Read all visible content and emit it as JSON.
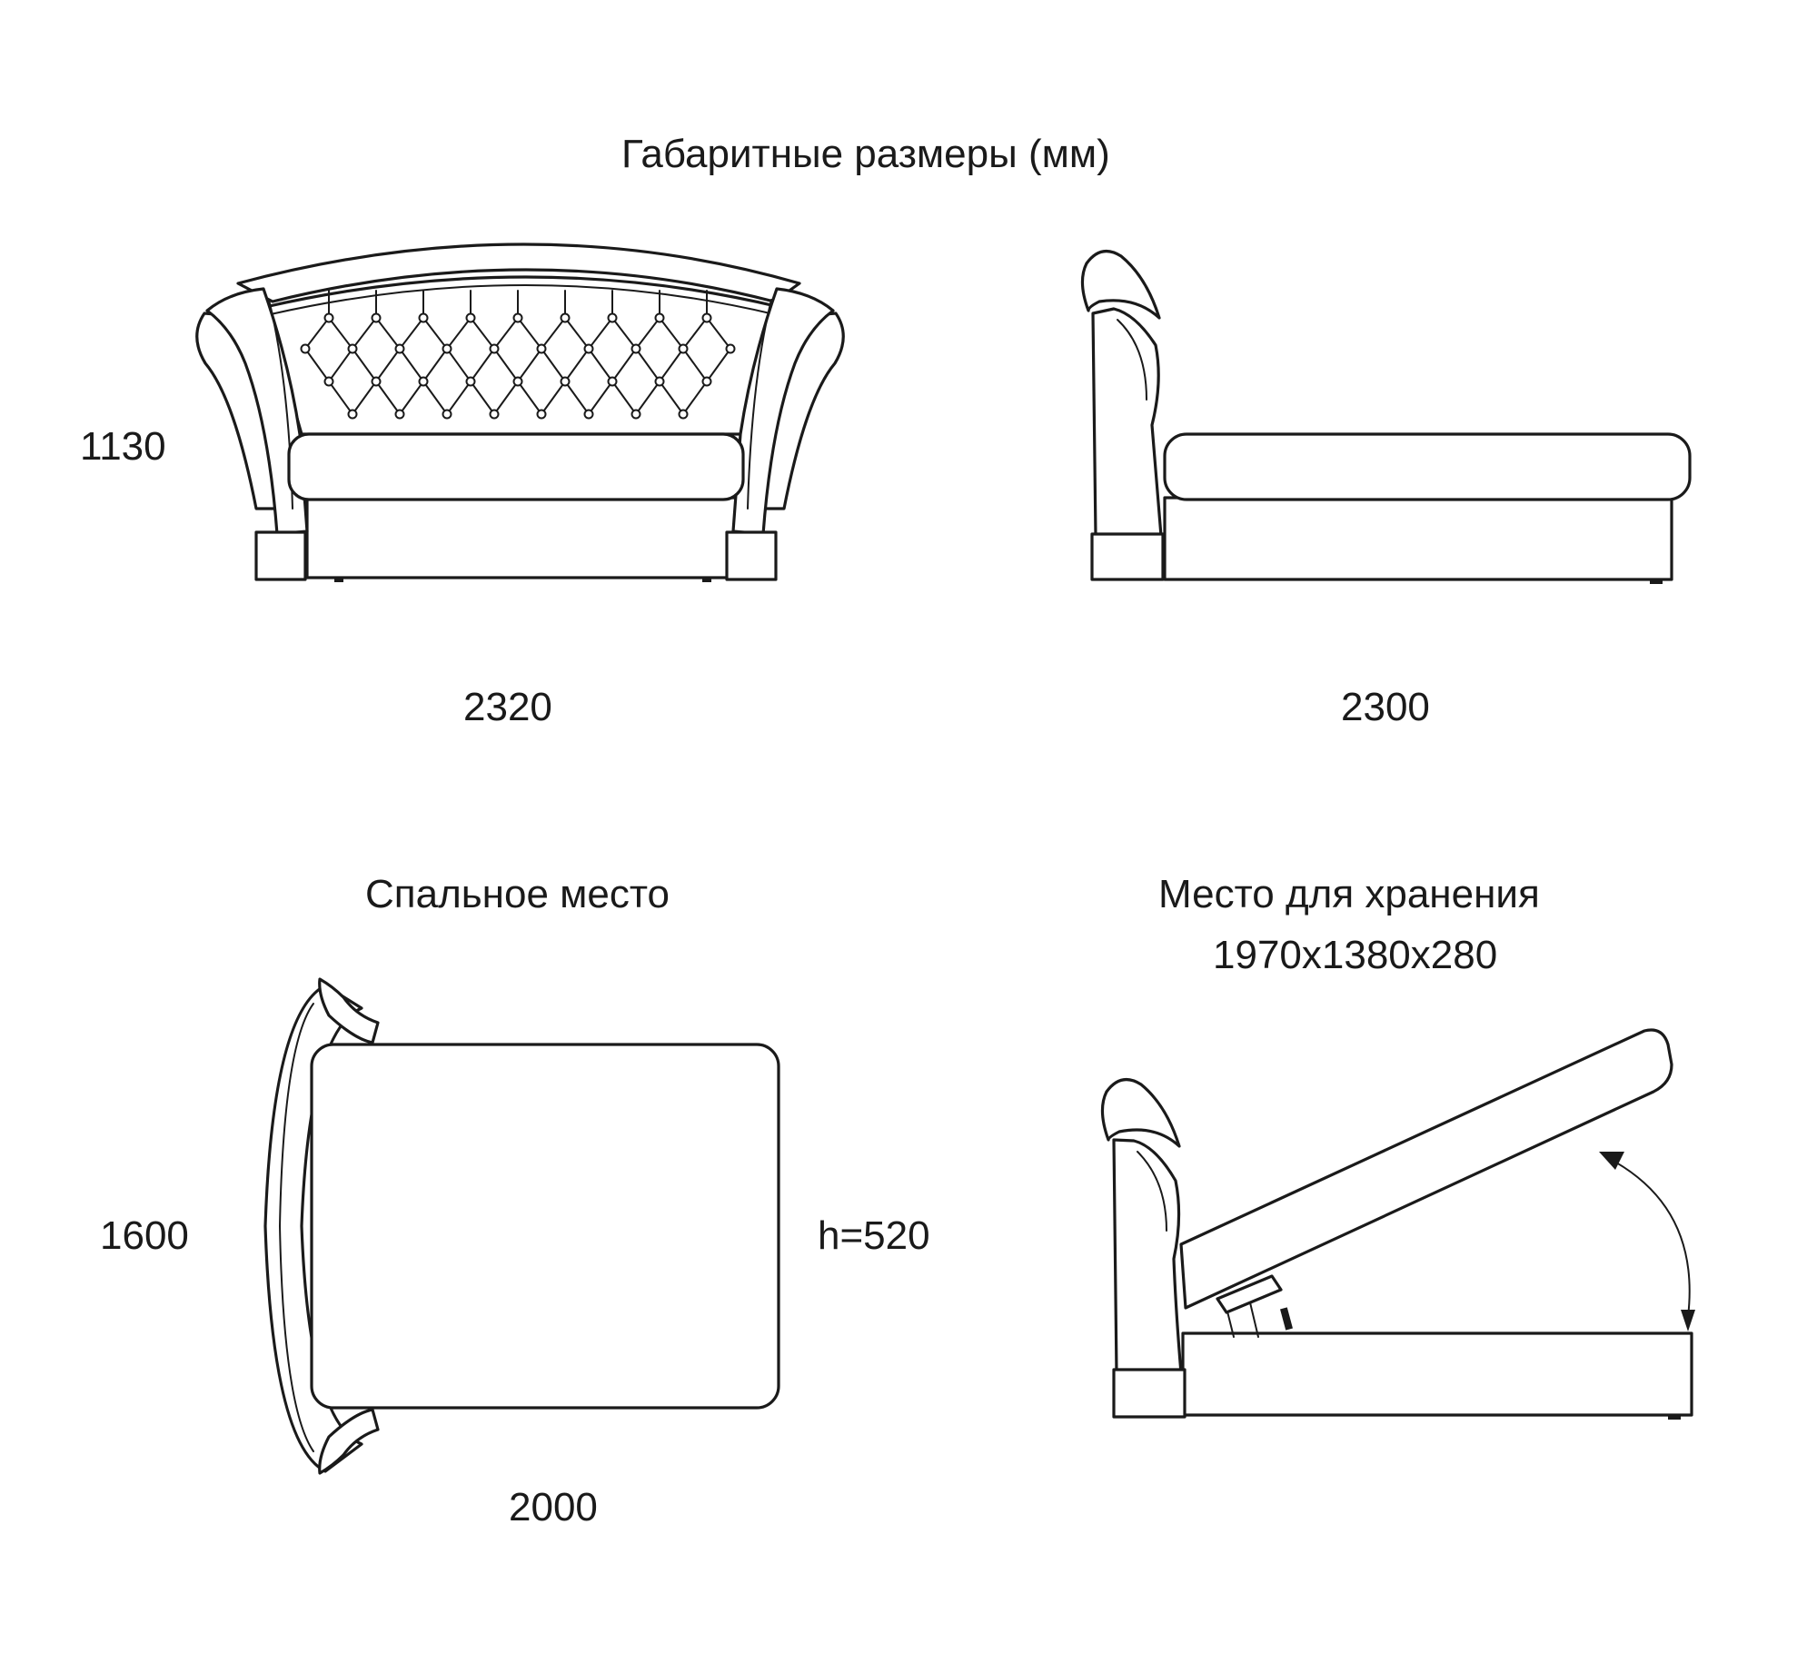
{
  "title": "Габаритные размеры (мм)",
  "front_view": {
    "height": "1130",
    "width": "2320"
  },
  "side_view": {
    "length": "2300"
  },
  "sleeping_area": {
    "heading": "Спальное место",
    "width": "1600",
    "length": "2000",
    "height": "h=520"
  },
  "storage": {
    "heading": "Место для хранения",
    "dimensions": "1970x1380x280"
  },
  "colors": {
    "line": "#1a1a1a",
    "background": "#ffffff"
  }
}
